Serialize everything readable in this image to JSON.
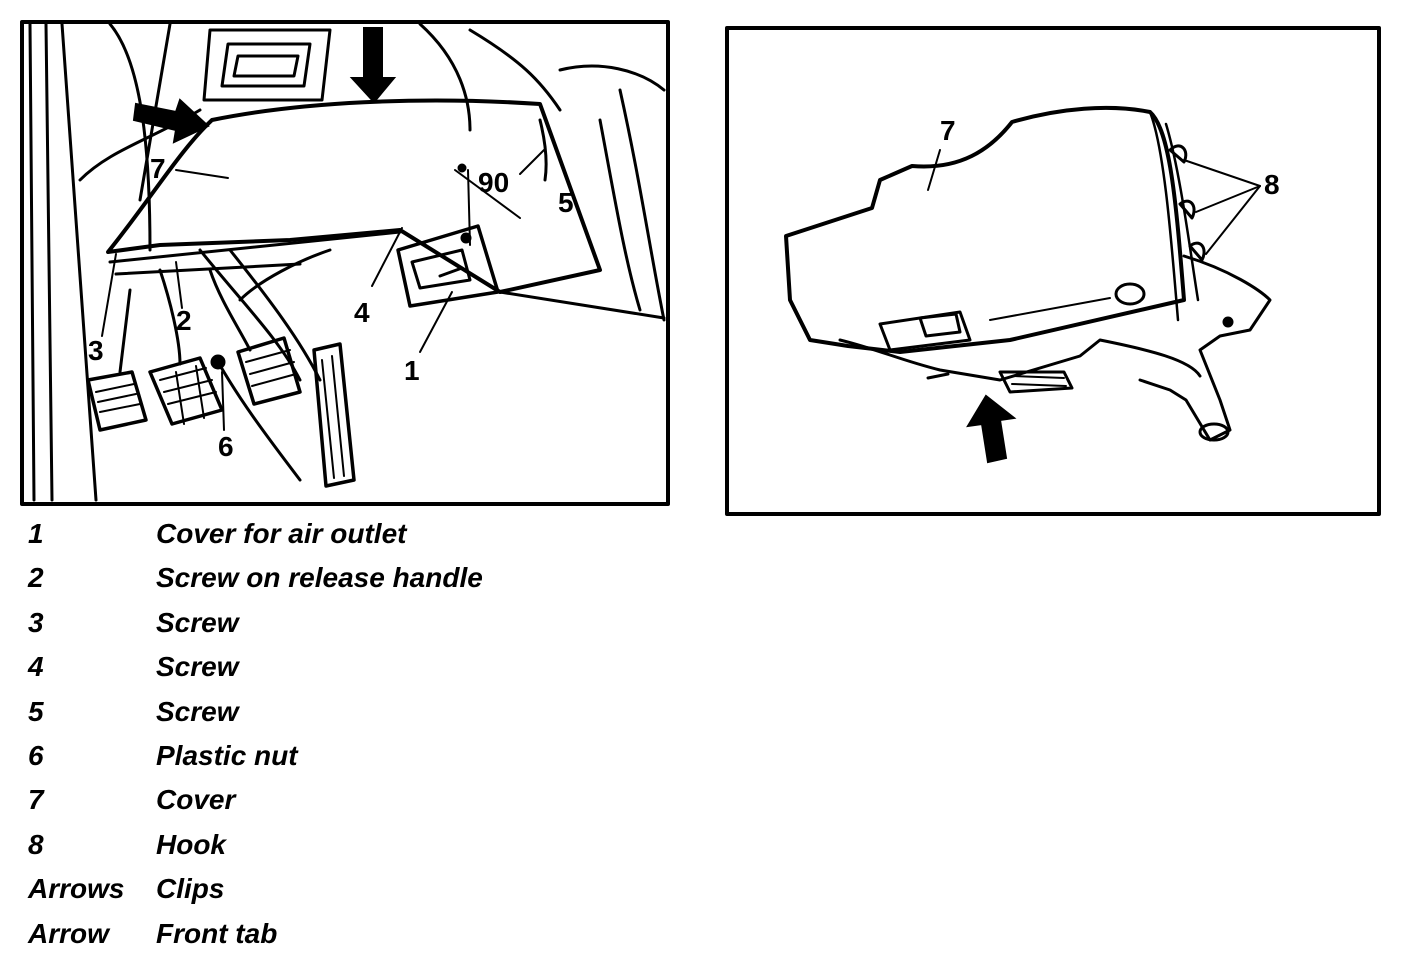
{
  "left_panel": {
    "callouts": [
      "7",
      "90",
      "5",
      "4",
      "3",
      "2",
      "1",
      "6"
    ]
  },
  "right_panel": {
    "callouts": [
      "7",
      "8"
    ]
  },
  "legend": [
    {
      "key": "1",
      "desc": "Cover for air outlet"
    },
    {
      "key": "2",
      "desc": "Screw on release handle"
    },
    {
      "key": "3",
      "desc": "Screw"
    },
    {
      "key": "4",
      "desc": "Screw"
    },
    {
      "key": "5",
      "desc": "Screw"
    },
    {
      "key": "6",
      "desc": "Plastic nut"
    },
    {
      "key": "7",
      "desc": "Cover"
    },
    {
      "key": "8",
      "desc": "Hook"
    },
    {
      "key": "Arrows",
      "desc": "Clips"
    },
    {
      "key": "Arrow",
      "desc": "Front tab"
    }
  ]
}
